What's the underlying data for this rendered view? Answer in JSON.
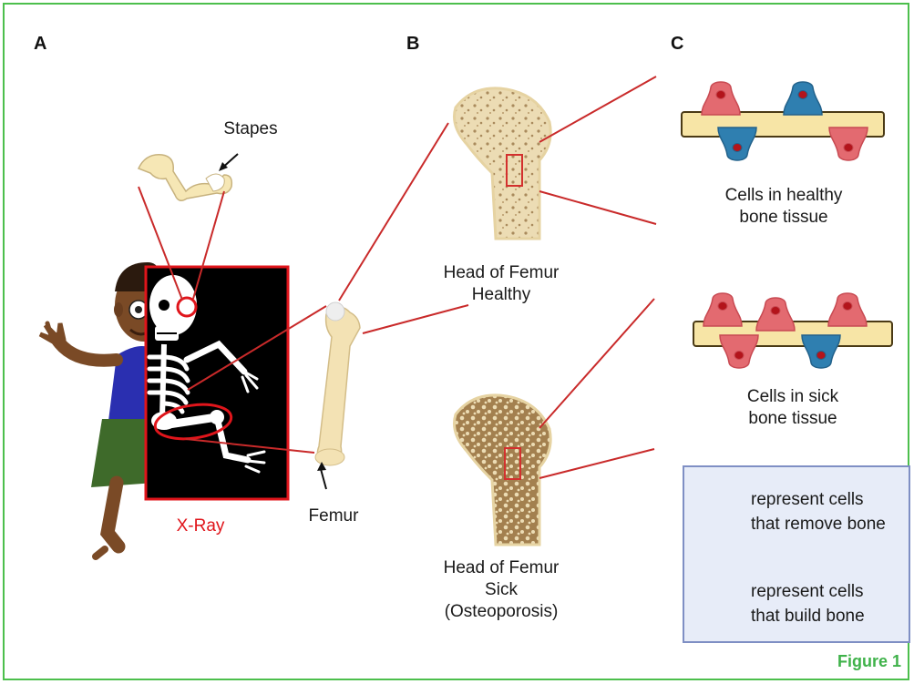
{
  "panels": {
    "a": "A",
    "b": "B",
    "c": "C"
  },
  "labels": {
    "stapes": "Stapes",
    "xray": "X-Ray",
    "femur": "Femur",
    "head_healthy_1": "Head of Femur",
    "head_healthy_2": "Healthy",
    "head_sick_1": "Head of Femur",
    "head_sick_2": "Sick",
    "head_sick_3": "(Osteoporosis)",
    "cells_healthy_1": "Cells in healthy",
    "cells_healthy_2": "bone tissue",
    "cells_sick_1": "Cells in sick",
    "cells_sick_2": "bone tissue"
  },
  "legend": {
    "remove_1": "represent cells",
    "remove_2": "that remove bone",
    "build_1": "represent cells",
    "build_2": "that build bone"
  },
  "figure_label": "Figure 1",
  "colors": {
    "frame": "#4cbf4c",
    "remove_cell": "#e36a70",
    "build_cell": "#2f7fb0",
    "bone": "#f6e7b5",
    "accent_red": "#e0151b",
    "legend_bg": "#e7ecf8"
  }
}
